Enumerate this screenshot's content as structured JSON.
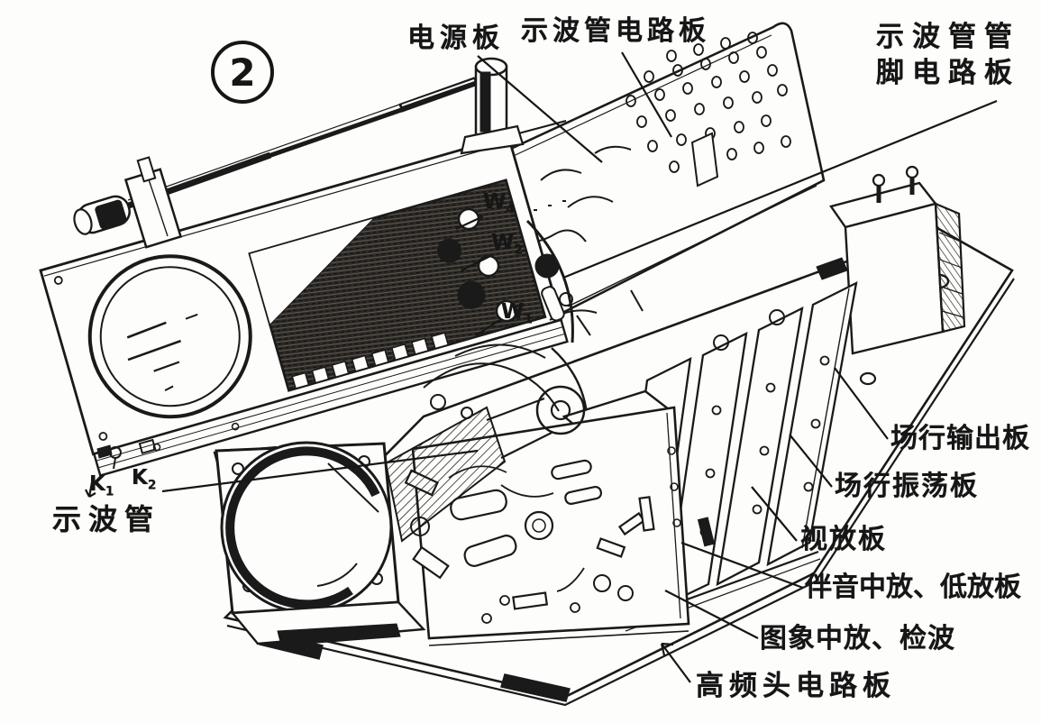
{
  "figure": {
    "number": "2",
    "ink_color": "#1a1a1a",
    "paper_color": "#fdfdfb",
    "description_labels_present": 16
  },
  "labels": {
    "power_board": "电源板",
    "crt_circuit_board": "示波管电路板",
    "crt_pin_board_line1": "示波管管",
    "crt_pin_board_line2": "脚电路板",
    "field_output_board": "场行输出板",
    "field_osc_board": "场行振荡板",
    "video_amp_board": "视放板",
    "sound_if_af_board": "伴音中放、低放板",
    "picture_if_detector": "图象中放、检波",
    "tuner_board": "高频头电路板",
    "crt": "示波管",
    "k1_base": "K",
    "k1_sub": "1",
    "k2_base": "K",
    "k2_sub": "2",
    "w1_base": "W",
    "w1_sub": "1",
    "w2_base": "W",
    "w2_sub": "2",
    "w4_base": "W",
    "w4_sub": "4"
  }
}
